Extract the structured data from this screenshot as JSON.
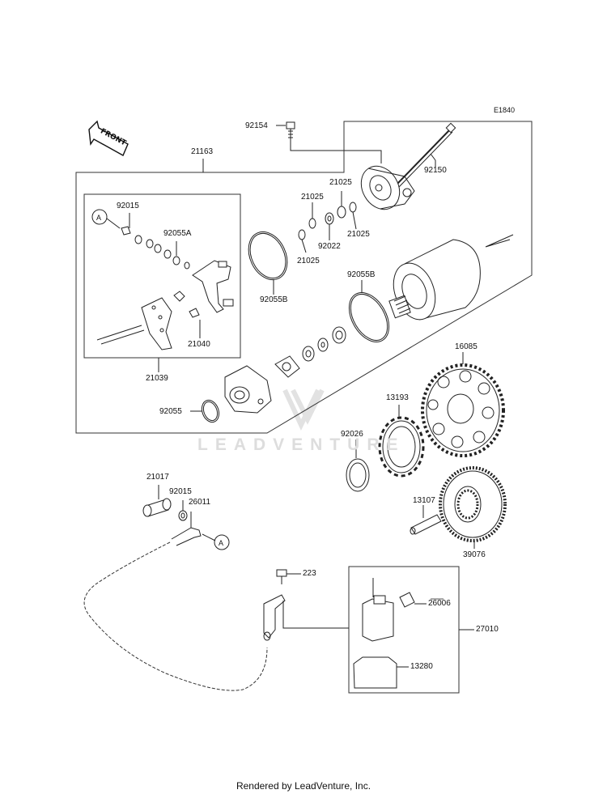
{
  "diagram_code": "E1840",
  "front_marker": "FRONT",
  "callout_ref": "A",
  "watermark": "LEADVENTURE",
  "footer": "Rendered by LeadVenture, Inc.",
  "parts": {
    "p92154": "92154",
    "p92150": "92150",
    "p21163": "21163",
    "p92015a": "92015",
    "p92055A": "92055A",
    "p21025a": "21025",
    "p21025b": "21025",
    "p92022": "92022",
    "p21025c": "21025",
    "p21025d": "21025",
    "p92055B1": "92055B",
    "p92055B2": "92055B",
    "p21040": "21040",
    "p21039": "21039",
    "p16085": "16085",
    "p13193": "13193",
    "p92055": "92055",
    "p92026": "92026",
    "p21017": "21017",
    "p92015b": "92015",
    "p26011": "26011",
    "p13107": "13107",
    "p39076": "39076",
    "p223": "223",
    "p26006": "26006",
    "p27010": "27010",
    "p13280": "13280"
  }
}
